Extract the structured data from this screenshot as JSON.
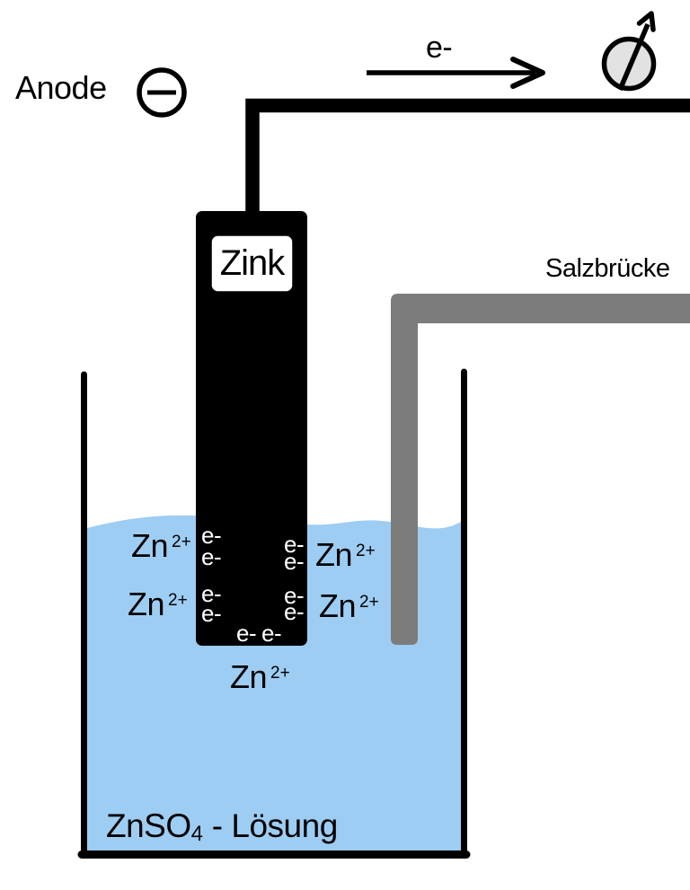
{
  "labels": {
    "anode": "Anode",
    "electron_flow": "e-",
    "salt_bridge": "Salzbrücke",
    "electrode": "Zink",
    "ion": {
      "base": "Zn",
      "charge": "2+"
    },
    "electron": "e-",
    "solution": {
      "formula": "ZnSO",
      "subscript": "4",
      "suffix": " - Lösung"
    }
  },
  "icons": {
    "terminal": "minus-circle-icon",
    "flow": "right-arrow-icon",
    "meter": "galvanometer-icon"
  },
  "colors": {
    "solution": "#9ecdf3",
    "salt_bridge": "#7c7c7c",
    "electrode": "#000000",
    "meter_fill": "#e2e2e2",
    "line": "#000000"
  }
}
